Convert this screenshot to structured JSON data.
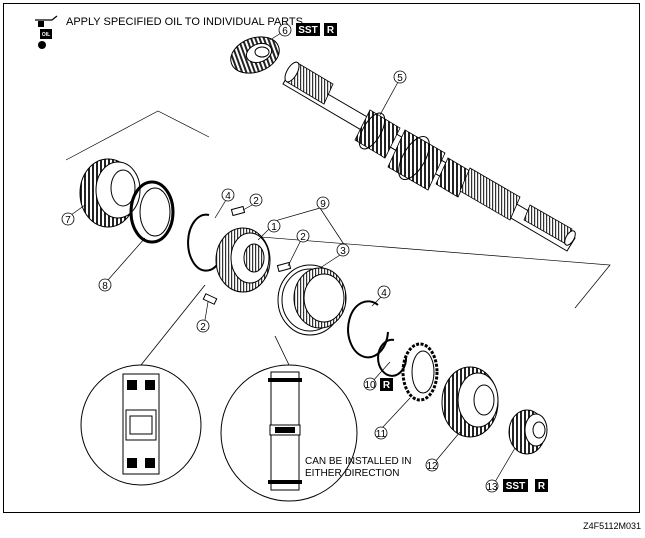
{
  "header": {
    "oil_icon_label": "OIL",
    "instruction": "APPLY SPECIFIED OIL TO INDIVIDUAL PARTS"
  },
  "badges": {
    "sst": "SST",
    "replace": "R"
  },
  "callouts": {
    "n1": "1",
    "n2a": "2",
    "n2b": "2",
    "n2c": "2",
    "n3": "3",
    "n4a": "4",
    "n4b": "4",
    "n5": "5",
    "n6": "6",
    "n7": "7",
    "n8": "8",
    "n9": "9",
    "n10": "10",
    "n11": "11",
    "n12": "12",
    "n13": "13"
  },
  "note": {
    "line1": "CAN BE INSTALLED IN",
    "line2": "EITHER DIRECTION"
  },
  "figure_code": "Z4F5112M031"
}
